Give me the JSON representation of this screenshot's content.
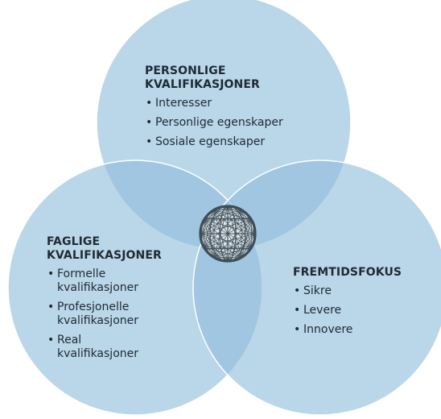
{
  "colors": {
    "circle_fill": "#8fbddb",
    "circle_stroke": "#ffffff",
    "text": "#1f2a33",
    "globe": "#3f4d56"
  },
  "circles": {
    "top": {
      "heading": [
        "PERSONLIGE",
        "KVALIFIKASJONER"
      ],
      "items": [
        "Interesser",
        "Personlige egenskaper",
        "Sosiale egenskaper"
      ]
    },
    "left": {
      "heading": [
        "FAGLIGE",
        "KVALIFIKASJONER"
      ],
      "items": [
        [
          "Formelle",
          "kvalifikasjoner"
        ],
        [
          "Profesjonelle",
          "kvalifikasjoner"
        ],
        [
          "Real",
          "kvalifikasjoner"
        ]
      ]
    },
    "right": {
      "heading": [
        "FREMTIDSFOKUS"
      ],
      "items": [
        "Sikre",
        "Levere",
        "Innovere"
      ]
    }
  },
  "center_icon": "globe-network-icon"
}
